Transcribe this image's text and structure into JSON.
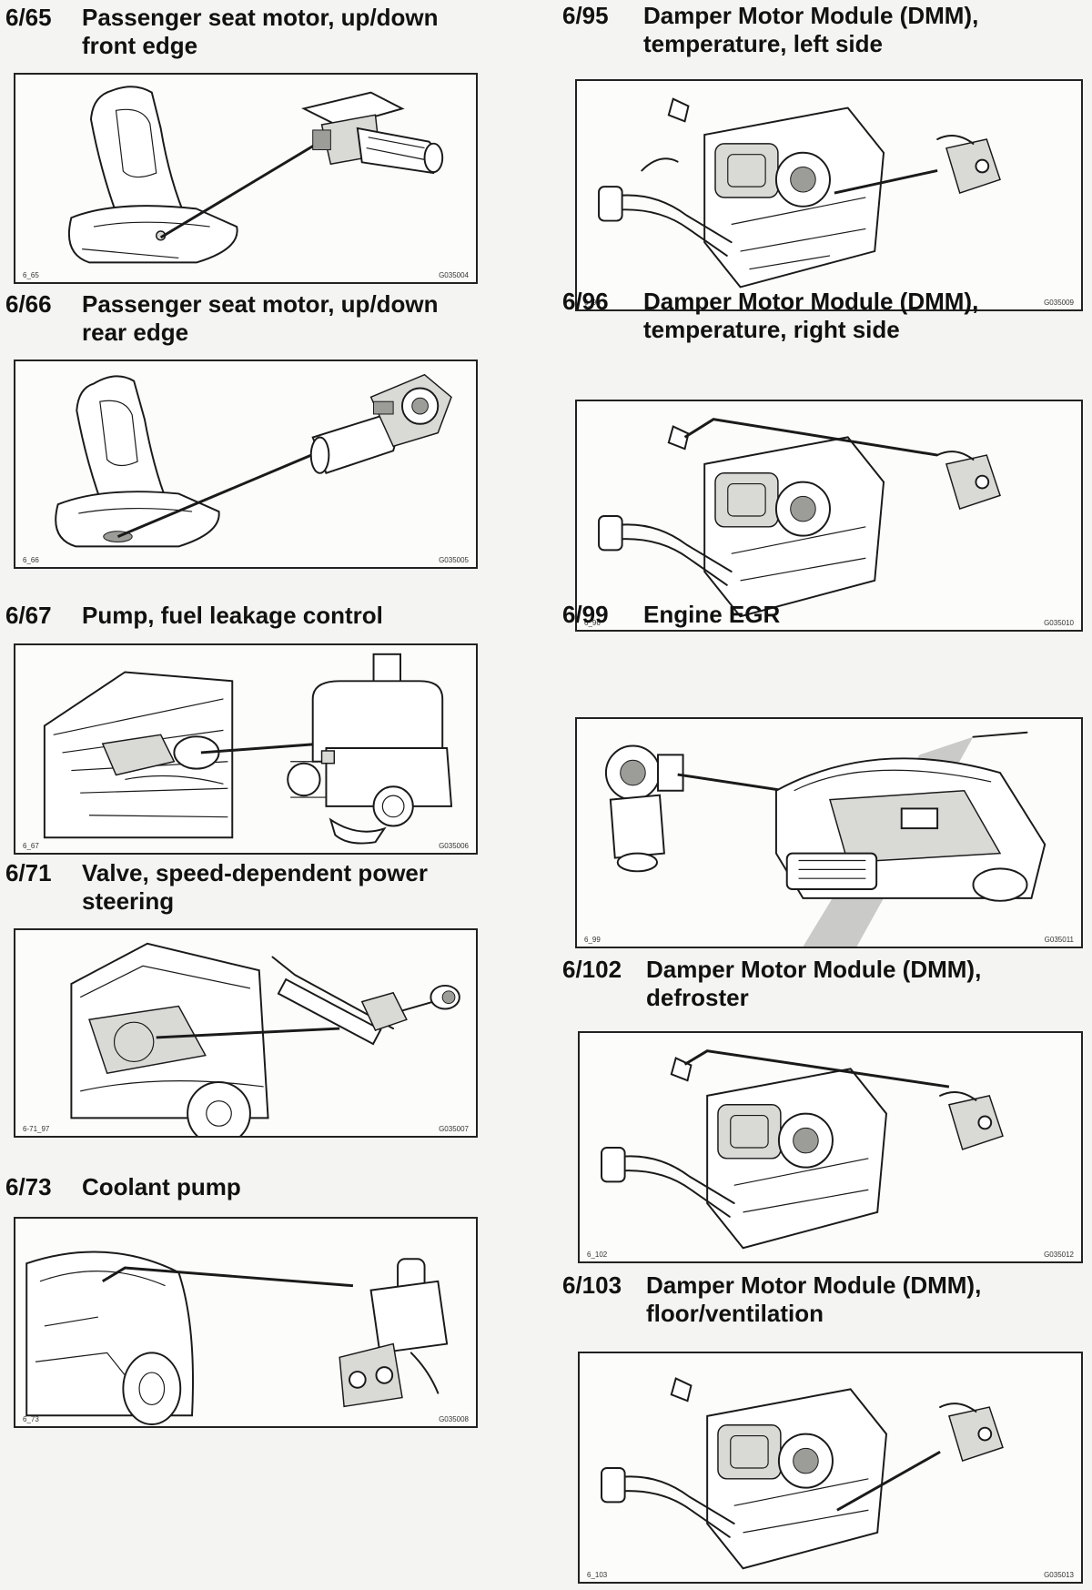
{
  "entries": [
    {
      "code": "6/65",
      "title": "Passenger seat motor, up/down front edge",
      "fig_id": "6_65",
      "fig_ref": "G035004",
      "icon": "seat-motor-front-illustration"
    },
    {
      "code": "6/66",
      "title": "Passenger seat motor, up/down rear edge",
      "fig_id": "6_66",
      "fig_ref": "G035005",
      "icon": "seat-motor-rear-illustration"
    },
    {
      "code": "6/67",
      "title": "Pump, fuel leakage control",
      "fig_id": "6_67",
      "fig_ref": "G035006",
      "icon": "fuel-leakage-pump-illustration"
    },
    {
      "code": "6/71",
      "title": "Valve, speed-dependent power steering",
      "fig_id": "6-71_97",
      "fig_ref": "G035007",
      "icon": "power-steering-valve-illustration"
    },
    {
      "code": "6/73",
      "title": "Coolant pump",
      "fig_id": "6_73",
      "fig_ref": "G035008",
      "icon": "coolant-pump-illustration"
    },
    {
      "code": "6/95",
      "title": "Damper Motor Module (DMM), temperature, left side",
      "fig_id": "6_95",
      "fig_ref": "G035009",
      "icon": "dmm-left-illustration"
    },
    {
      "code": "6/96",
      "title": "Damper Motor Module (DMM), temperature, right side",
      "fig_id": "6_96",
      "fig_ref": "G035010",
      "icon": "dmm-right-illustration"
    },
    {
      "code": "6/99",
      "title": "Engine EGR",
      "fig_id": "6_99",
      "fig_ref": "G035011",
      "icon": "engine-egr-illustration"
    },
    {
      "code": "6/102",
      "title": "Damper Motor Module (DMM), defroster",
      "fig_id": "6_102",
      "fig_ref": "G035012",
      "icon": "dmm-defroster-illustration"
    },
    {
      "code": "6/103",
      "title": "Damper Motor Module (DMM), floor/ventilation",
      "fig_id": "6_103",
      "fig_ref": "G035013",
      "icon": "dmm-floor-illustration"
    }
  ]
}
